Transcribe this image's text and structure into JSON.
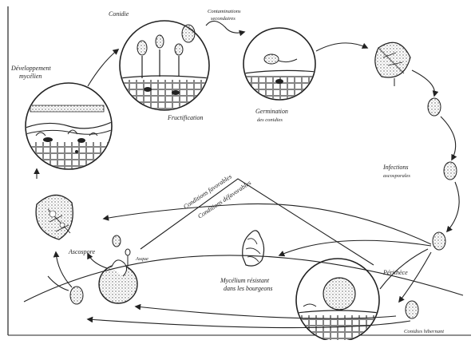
{
  "labels": {
    "conidie": "Conidie",
    "contamination_l1": "Contaminations",
    "contamination_l2": "secondaires",
    "developpement_l1": "Développement",
    "developpement_l2": "mycélien",
    "fructification": "Fructification",
    "germination_l1": "Germination",
    "germination_l2": "des conidies",
    "infection_l1": "Infections",
    "infection_l2": "ascosporales",
    "conditions_favorables": "Conditions favorables",
    "conditions_defavorables": "Conditions défavorables",
    "ascospore": "Ascospore",
    "asque": "Asque",
    "mycelium_l1": "Mycélium résistant",
    "mycelium_l2": "dans les bourgeons",
    "perithece": "Périthèce",
    "conidies_hibernant": "Conidies hibernant"
  },
  "colors": {
    "ink": "#222222",
    "paper": "#ffffff",
    "stipple": "#555555"
  }
}
